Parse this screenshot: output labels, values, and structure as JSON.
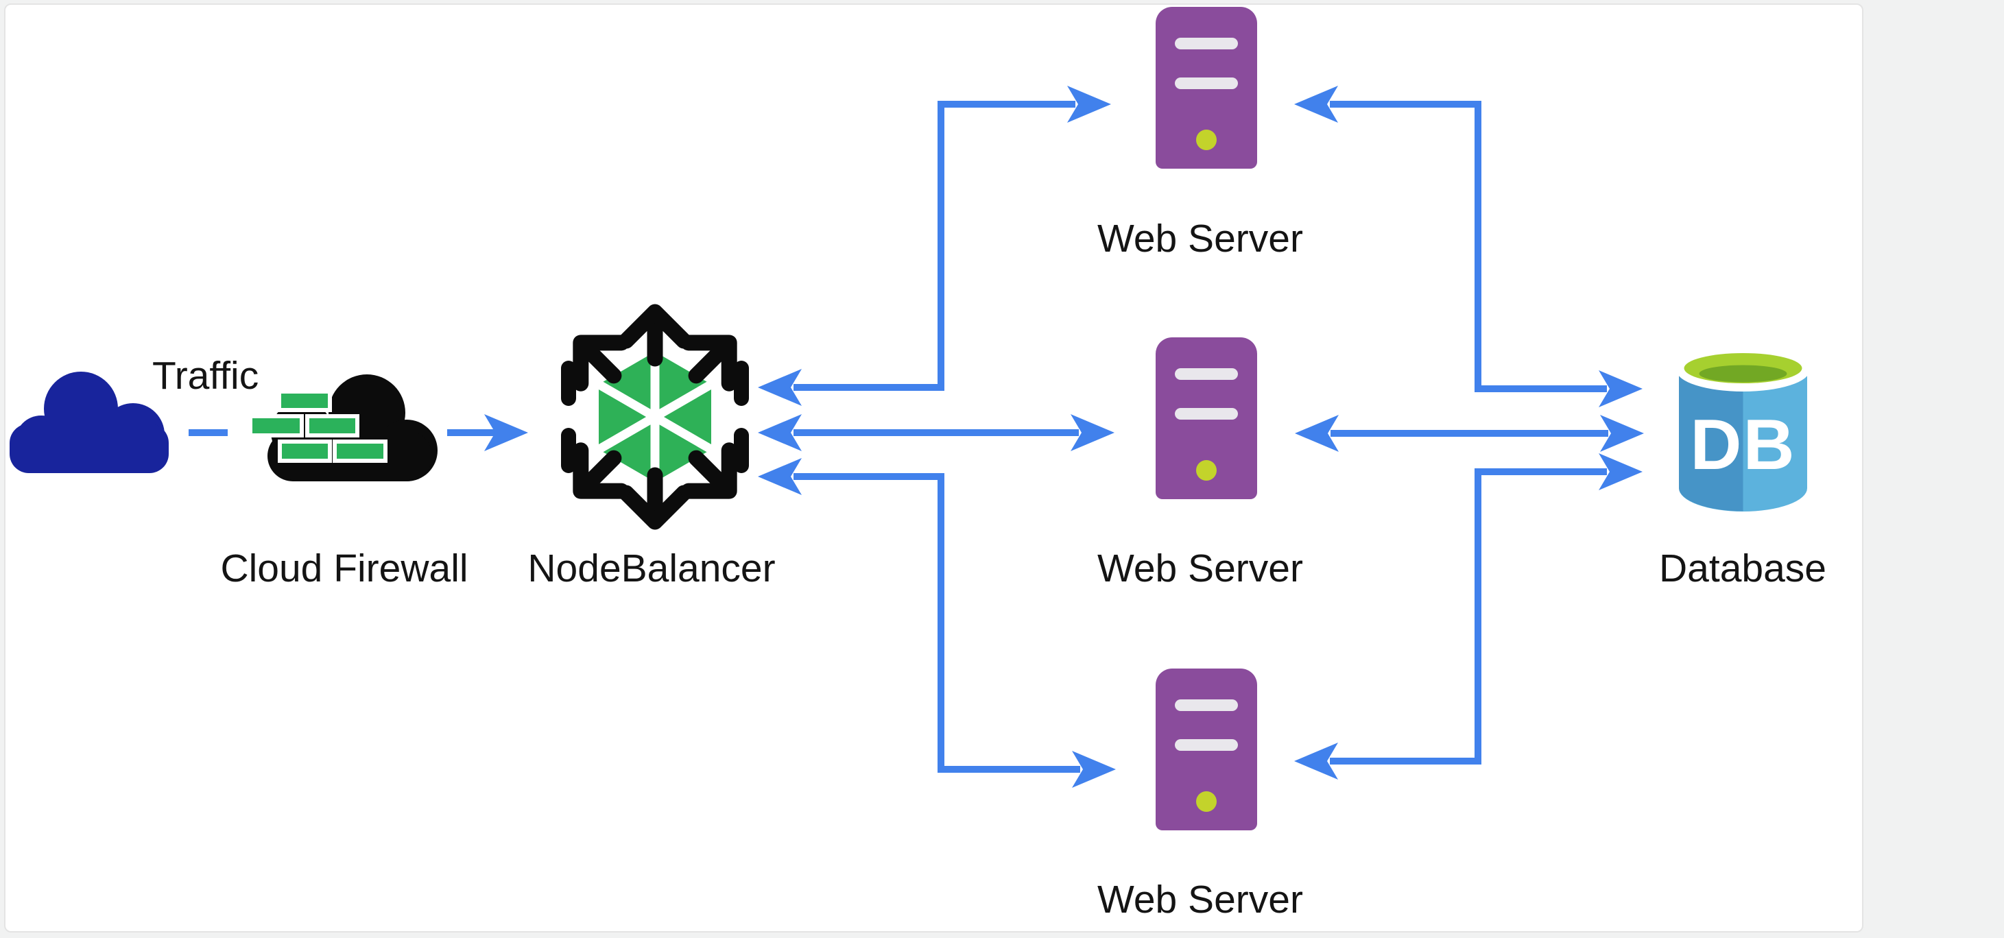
{
  "diagram": {
    "type": "architecture-diagram",
    "nodes": {
      "traffic": {
        "label": "Traffic",
        "type": "cloud"
      },
      "firewall": {
        "label": "Cloud Firewall",
        "type": "firewall"
      },
      "nodebalancer": {
        "label": "NodeBalancer",
        "type": "load-balancer"
      },
      "webserver1": {
        "label": "Web Server",
        "type": "server"
      },
      "webserver2": {
        "label": "Web Server",
        "type": "server"
      },
      "webserver3": {
        "label": "Web Server",
        "type": "server"
      },
      "database": {
        "label": "Database",
        "type": "database",
        "short_label": "DB"
      }
    },
    "edges": [
      {
        "from": "traffic",
        "to": "firewall",
        "style": "dashed-line"
      },
      {
        "from": "firewall",
        "to": "nodebalancer",
        "style": "arrow-right"
      },
      {
        "from": "nodebalancer",
        "to": "webserver1",
        "style": "bidirectional-elbow"
      },
      {
        "from": "nodebalancer",
        "to": "webserver2",
        "style": "bidirectional-straight"
      },
      {
        "from": "nodebalancer",
        "to": "webserver3",
        "style": "bidirectional-elbow"
      },
      {
        "from": "webserver1",
        "to": "database",
        "style": "bidirectional-elbow"
      },
      {
        "from": "webserver2",
        "to": "database",
        "style": "bidirectional-straight"
      },
      {
        "from": "webserver3",
        "to": "database",
        "style": "bidirectional-elbow"
      }
    ]
  },
  "colors": {
    "page-bg": "#f1f2f2",
    "canvas": "#ffffff",
    "border": "#e4e4e4",
    "label": "#141414",
    "arrow": "#4181ec",
    "navy": "#18249c",
    "ink": "#0c0c0c",
    "brick-green": "#2bb25b",
    "hex-green": "#2eb157",
    "purple": "#8a4c9c",
    "slot": "#e9e7ec",
    "led": "#c3d32b",
    "db-left": "#4694c7",
    "db-right": "#5cb2dd",
    "db-top": "#a6d02f",
    "db-top-inner": "#72a824",
    "db-text": "#ffffff"
  }
}
